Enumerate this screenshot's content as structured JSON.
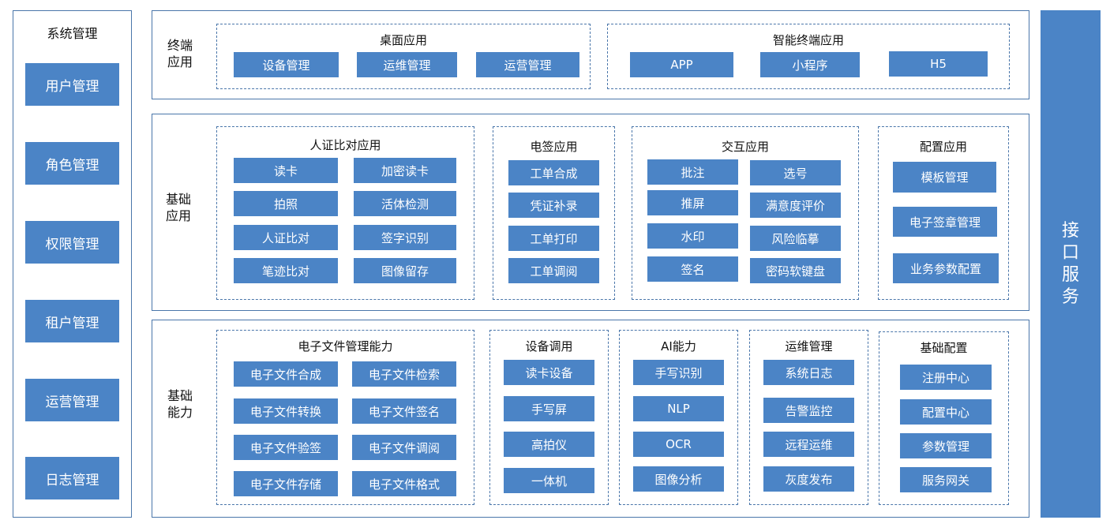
{
  "sidebar": {
    "title": "系统管理",
    "items": [
      "用户管理",
      "角色管理",
      "权限管理",
      "租户管理",
      "运营管理",
      "日志管理"
    ]
  },
  "terminal": {
    "label_line1": "终端",
    "label_line2": "应用",
    "desktop": {
      "title": "桌面应用",
      "items": [
        "设备管理",
        "运维管理",
        "运营管理"
      ]
    },
    "smart": {
      "title": "智能终端应用",
      "items": [
        "APP",
        "小程序",
        "H5"
      ]
    }
  },
  "basic_app": {
    "label_line1": "基础",
    "label_line2": "应用",
    "face": {
      "title": "人证比对应用",
      "items": [
        "读卡",
        "加密读卡",
        "拍照",
        "活体检测",
        "人证比对",
        "签字识别",
        "笔迹比对",
        "图像留存"
      ]
    },
    "esign": {
      "title": "电签应用",
      "items": [
        "工单合成",
        "凭证补录",
        "工单打印",
        "工单调阅"
      ]
    },
    "interact": {
      "title": "交互应用",
      "items": [
        "批注",
        "选号",
        "推屏",
        "满意度评价",
        "水印",
        "风险临摹",
        "签名",
        "密码软键盘"
      ]
    },
    "config": {
      "title": "配置应用",
      "items": [
        "模板管理",
        "电子签章管理",
        "业务参数配置"
      ]
    }
  },
  "basic_cap": {
    "label_line1": "基础",
    "label_line2": "能力",
    "edoc": {
      "title": "电子文件管理能力",
      "items": [
        "电子文件合成",
        "电子文件检索",
        "电子文件转换",
        "电子文件签名",
        "电子文件验签",
        "电子文件调阅",
        "电子文件存储",
        "电子文件格式"
      ]
    },
    "device": {
      "title": "设备调用",
      "items": [
        "读卡设备",
        "手写屏",
        "高拍仪",
        "一体机"
      ]
    },
    "ai": {
      "title": "AI能力",
      "items": [
        "手写识别",
        "NLP",
        "OCR",
        "图像分析"
      ]
    },
    "ops": {
      "title": "运维管理",
      "items": [
        "系统日志",
        "告警监控",
        "远程运维",
        "灰度发布"
      ]
    },
    "baseconf": {
      "title": "基础配置",
      "items": [
        "注册中心",
        "配置中心",
        "参数管理",
        "服务网关"
      ]
    }
  },
  "api": {
    "chars": [
      "接",
      "口",
      "服",
      "务"
    ]
  }
}
